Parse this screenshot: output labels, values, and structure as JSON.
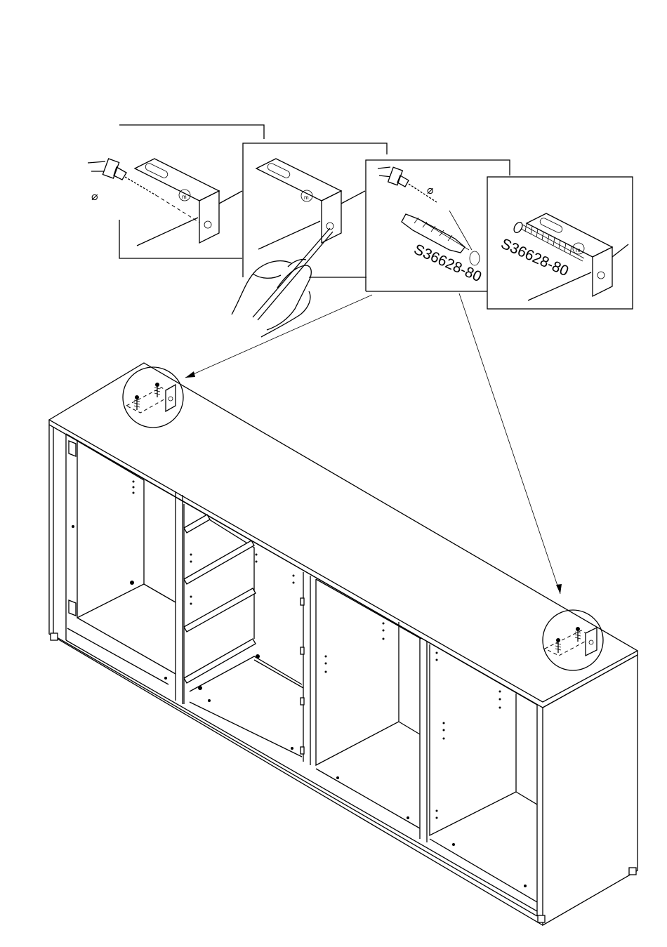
{
  "steps": [
    {
      "id": "drill-pilot-hole",
      "symbol": "⌀"
    },
    {
      "id": "mark-hole",
      "symbol": ""
    },
    {
      "id": "insert-wall-plug",
      "symbol": "⌀",
      "part_code": "S36628-80"
    },
    {
      "id": "fix-screw",
      "symbol": "",
      "part_code": "S36628-80"
    }
  ],
  "bracket_stamp": "m",
  "colors": {
    "line": "#000000",
    "paper": "#ffffff"
  }
}
